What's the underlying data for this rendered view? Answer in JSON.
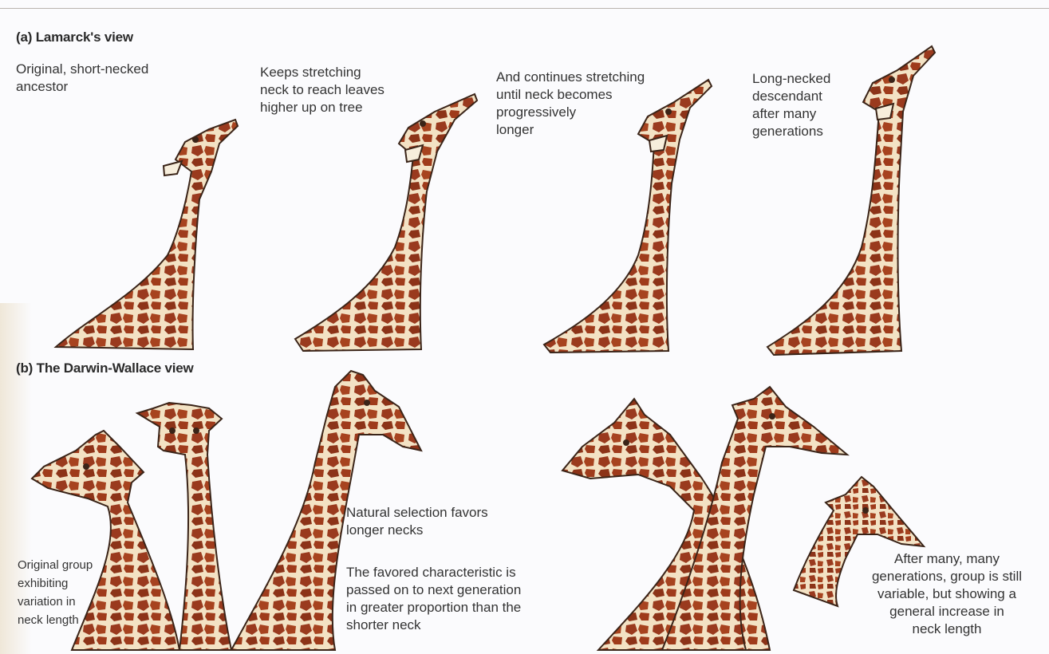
{
  "section_a": {
    "title": "(a) Lamarck's view",
    "captions": [
      "Original, short-necked\nancestor",
      "Keeps stretching\nneck to reach leaves\nhigher up on tree",
      "And continues stretching\nuntil neck becomes\nprogressively\nlonger",
      "Long-necked\ndescendant\nafter many\ngenerations"
    ]
  },
  "section_b": {
    "title": "(b) The Darwin-Wallace view",
    "caption_original_group": "Original group\nexhibiting\nvariation in\nneck length",
    "caption_selection": "Natural selection favors\nlonger necks",
    "caption_inheritance": "The favored characteristic is\npassed on to next generation\nin greater proportion than the\nshorter neck",
    "caption_result": "After many, many\ngenerations, group is still\nvariable, but showing a\ngeneral increase in\nneck length"
  },
  "colors": {
    "giraffe_base": "#f3e2c4",
    "giraffe_patch": "#9a3a1e",
    "giraffe_outline": "#3a2418",
    "background": "#fbfbfd"
  }
}
